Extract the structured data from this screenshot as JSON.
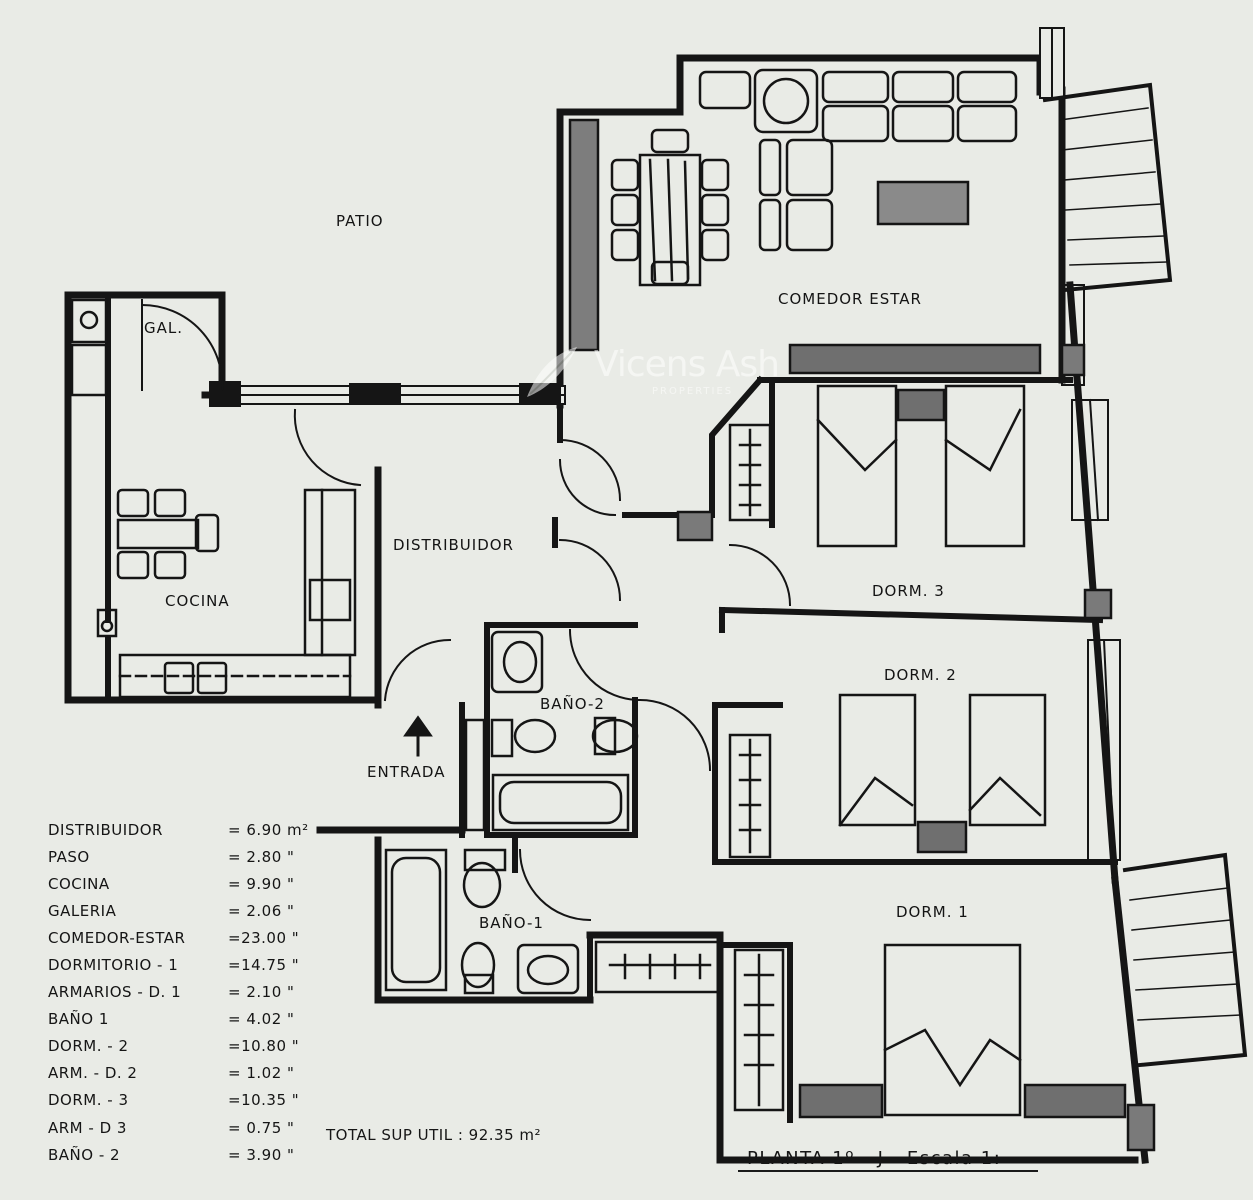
{
  "rooms": {
    "patio": "PATIO",
    "comedor_estar": "COMEDOR ESTAR",
    "gal": "GAL.",
    "cocina": "COCINA",
    "distribuidor": "DISTRIBUIDOR",
    "dorm3": "DORM. 3",
    "dorm2": "DORM. 2",
    "dorm1": "DORM. 1",
    "bano2": "BAÑO-2",
    "bano1": "BAÑO-1",
    "entrada": "ENTRADA"
  },
  "areas": [
    {
      "name": "DISTRIBUIDOR",
      "value": "= 6.90 m²"
    },
    {
      "name": "PASO",
      "value": "= 2.80 \""
    },
    {
      "name": "COCINA",
      "value": "= 9.90 \""
    },
    {
      "name": "GALERIA",
      "value": "= 2.06 \""
    },
    {
      "name": "COMEDOR-ESTAR",
      "value": "=23.00 \""
    },
    {
      "name": "DORMITORIO - 1",
      "value": "=14.75 \""
    },
    {
      "name": "ARMARIOS - D. 1",
      "value": "= 2.10 \""
    },
    {
      "name": "BAÑO 1",
      "value": "= 4.02 \""
    },
    {
      "name": "DORM. - 2",
      "value": "=10.80 \""
    },
    {
      "name": "ARM. - D. 2",
      "value": "= 1.02 \""
    },
    {
      "name": "DORM. - 3",
      "value": "=10.35 \""
    },
    {
      "name": "ARM - D 3",
      "value": "= 0.75 \""
    },
    {
      "name": "BAÑO - 2",
      "value": "= 3.90 \""
    }
  ],
  "total": "TOTAL SUP UTIL : 92.35 m²",
  "planta": "PLANTA 1º - J - Escala 1:",
  "watermark": {
    "name": "Vicens Ash",
    "sub": "PROPERTIES"
  }
}
